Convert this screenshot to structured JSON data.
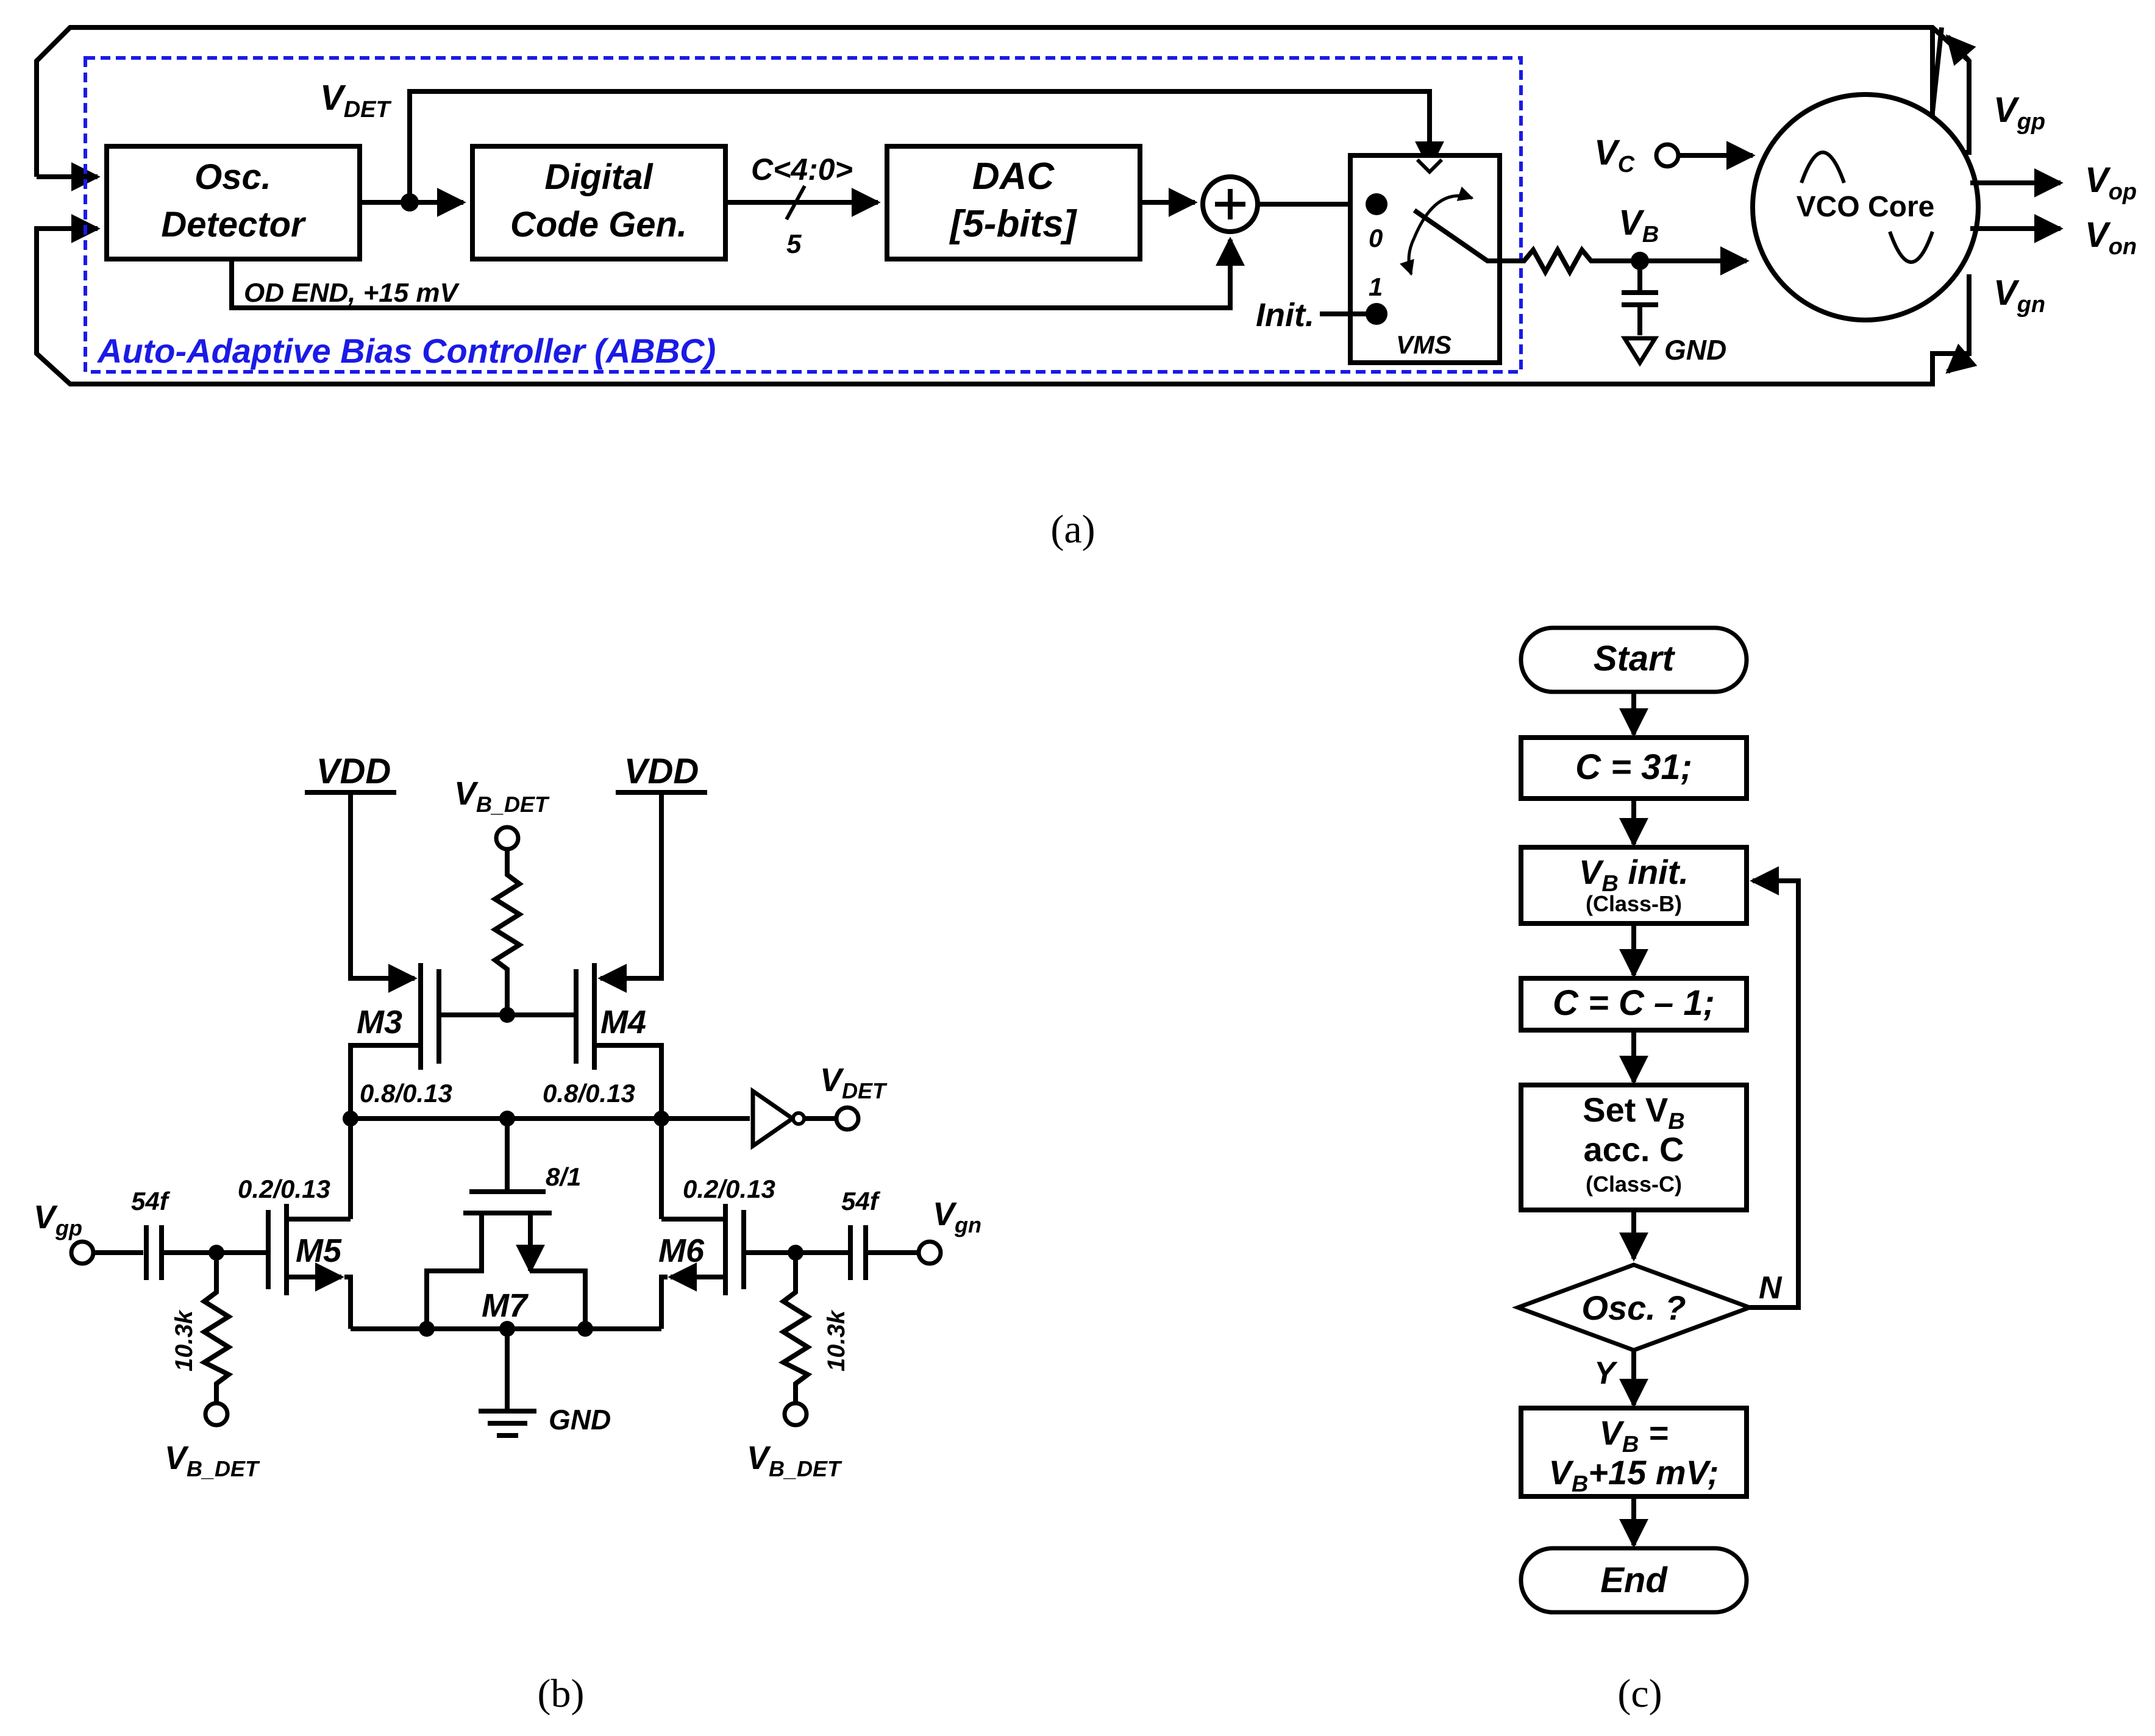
{
  "figure_a": {
    "caption": "(a)",
    "abbc_label": "Auto-Adaptive Bias Controller (ABBC)",
    "osc_detector": {
      "line1": "Osc.",
      "line2": "Detector"
    },
    "digital_code_gen": {
      "line1": "Digital",
      "line2": "Code Gen."
    },
    "dac": {
      "line1": "DAC",
      "line2": "[5-bits]"
    },
    "bus_label": "C<4:0>",
    "bus_width": "5",
    "vdet": {
      "main": "V",
      "sub": "DET"
    },
    "od_end_label": "OD END, +15 mV",
    "init_label": "Init.",
    "vms_label": "VMS",
    "switch_in0": "0",
    "switch_in1": "1",
    "vc": {
      "main": "V",
      "sub": "C"
    },
    "vb": {
      "main": "V",
      "sub": "B"
    },
    "gnd_label": "GND",
    "vco_core_label": "VCO Core",
    "vgp": {
      "main": "V",
      "sub": "gp"
    },
    "vgn": {
      "main": "V",
      "sub": "gn"
    },
    "vop": {
      "main": "V",
      "sub": "op"
    },
    "von": {
      "main": "V",
      "sub": "on"
    },
    "colors": {
      "abbc": "#1a1ae6"
    }
  },
  "figure_b": {
    "caption": "(b)",
    "vdd_left": "VDD",
    "vdd_right": "VDD",
    "vb_det_top": {
      "main": "V",
      "sub": "B_DET"
    },
    "vb_det_left": {
      "main": "V",
      "sub": "B_DET"
    },
    "vb_det_right": {
      "main": "V",
      "sub": "B_DET"
    },
    "m3": "M3",
    "m4": "M4",
    "m5": "M5",
    "m6": "M6",
    "m7": "M7",
    "m3_size": "0.8/0.13",
    "m4_size": "0.8/0.13",
    "m5_size": "0.2/0.13",
    "m6_size": "0.2/0.13",
    "m7_size": "8/1",
    "vdet": {
      "main": "V",
      "sub": "DET"
    },
    "vgp": {
      "main": "V",
      "sub": "gp"
    },
    "vgn": {
      "main": "V",
      "sub": "gn"
    },
    "cap_left": "54f",
    "cap_right": "54f",
    "res_left": "10.3k",
    "res_right": "10.3k",
    "gnd_label": "GND"
  },
  "figure_c": {
    "caption": "(c)",
    "start": "Start",
    "c31": "C = 31;",
    "vb_init": {
      "main": "V",
      "sub": "B",
      "rest": " init.",
      "note": "(Class-B)"
    },
    "cdec": "C = C – 1;",
    "set_vb": {
      "line1": "Set V",
      "sub": "B",
      "line2": "acc. C",
      "note": "(Class-C)"
    },
    "osc_q": "Osc. ?",
    "yes": "Y",
    "no": "N",
    "vb_final": {
      "line1_main": "V",
      "line1_sub": "B",
      "line1_rest": " =",
      "line2_main": "V",
      "line2_sub": "B",
      "line2_rest": "+15 mV;"
    },
    "end": "End"
  }
}
